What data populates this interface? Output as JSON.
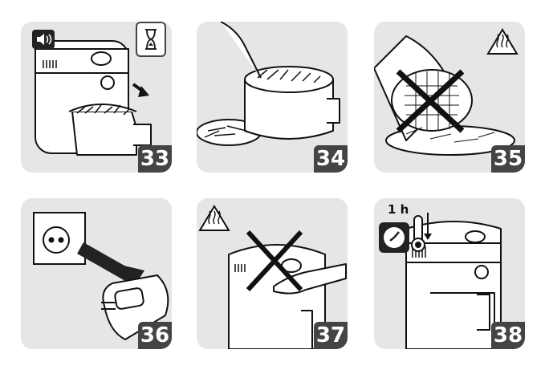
{
  "panels": [
    {
      "number": "33",
      "icons": [
        "speaker-icon",
        "hourglass-icon"
      ]
    },
    {
      "number": "34",
      "icons": []
    },
    {
      "number": "35",
      "icons": [
        "hot-surface-warning-icon",
        "cross-icon"
      ]
    },
    {
      "number": "36",
      "icons": [
        "wall-socket-icon",
        "arrow-icon"
      ]
    },
    {
      "number": "37",
      "icons": [
        "hot-surface-warning-icon",
        "cross-icon"
      ]
    },
    {
      "number": "38",
      "icons": [
        "clock-icon",
        "thermometer-icon"
      ]
    }
  ],
  "cool_down_label": "1 h",
  "colors": {
    "panel_bg": "#e6e6e6",
    "badge_bg": "#444444",
    "ink": "#111111"
  }
}
